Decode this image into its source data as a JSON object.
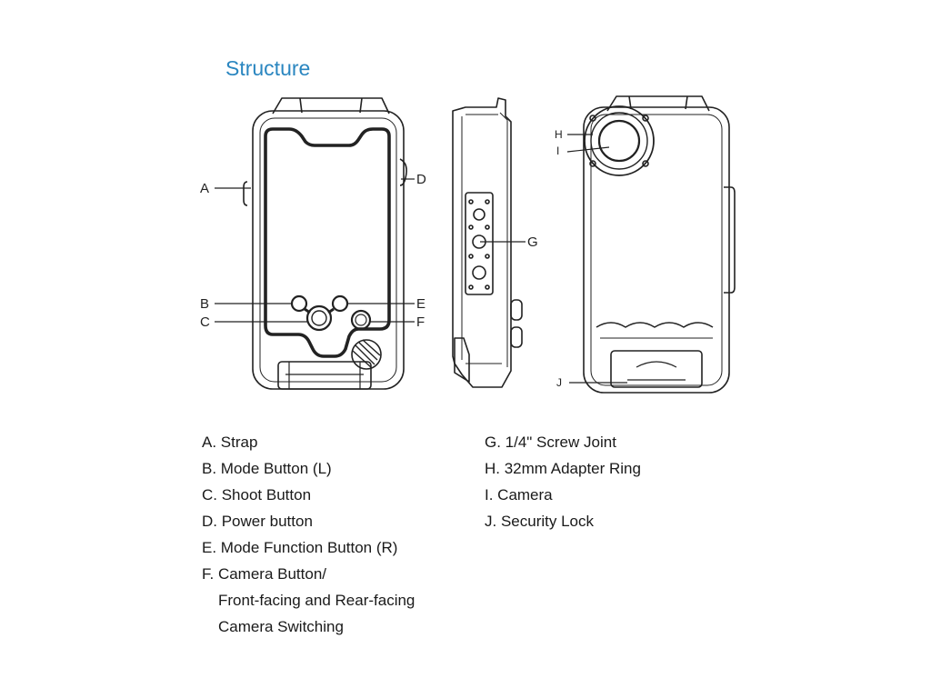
{
  "title": "Structure",
  "callouts": {
    "a": "A",
    "b": "B",
    "c": "C",
    "d": "D",
    "e": "E",
    "f": "F",
    "g": "G",
    "h": "H",
    "i": "I",
    "j": "J"
  },
  "legend_left": [
    "A. Strap",
    "B. Mode Button (L)",
    "C. Shoot Button",
    "D. Power button",
    "E. Mode Function Button (R)",
    "F. Camera Button/",
    "Front-facing and Rear-facing",
    "Camera Switching"
  ],
  "legend_right": [
    "G. 1/4\" Screw Joint",
    "H.  32mm Adapter Ring",
    "I.  Camera",
    "J.  Security Lock"
  ]
}
